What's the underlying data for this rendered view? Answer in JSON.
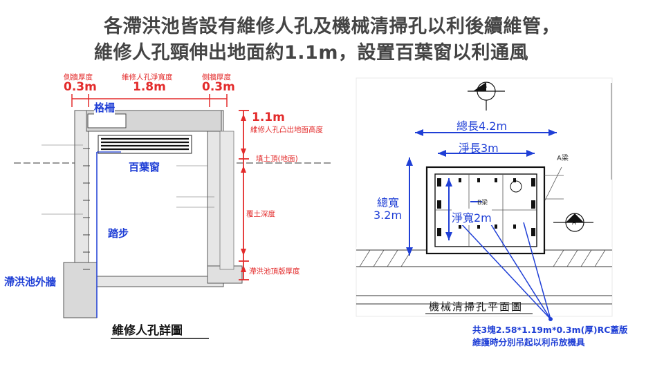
{
  "slide": {
    "title_line1": "各滯洪池皆設有維修人孔及機械清掃孔以利後續維管，",
    "title_line2": "維修人孔頸伸出地面約1.1m，設置百葉窗以利通風"
  },
  "left_diagram": {
    "dim_side_wall_label_left": "側牆厚度",
    "dim_side_wall_value_left": "0.3m",
    "dim_clear_width_label": "維修人孔淨寬度",
    "dim_clear_width_value": "1.8m",
    "dim_side_wall_label_right": "側牆厚度",
    "dim_side_wall_value_right": "0.3m",
    "grating": "格柵",
    "neck_height_value": "1.1m",
    "neck_height_label": "維修人孔凸出地面高度",
    "fill_top": "填土頂(地面)",
    "louver": "百葉窗",
    "fill_depth": "覆土深度",
    "steps": "踏步",
    "roof_slab": "滯洪池頂版厚度",
    "outer_wall": "滯洪池外牆",
    "caption": "維修人孔詳圖"
  },
  "right_diagram": {
    "total_length": "總長4.2m",
    "clear_length": "淨長3m",
    "total_width_label": "總寬",
    "total_width_value": "3.2m",
    "clear_width": "淨寬2m",
    "plan_title": "機械清掃孔平面圖",
    "section_mark_b": "B",
    "section_mark_a": "A",
    "beam_a": "A梁",
    "beam_b": "B梁",
    "note_line1": "共3塊2.58*1.19m*0.3m(厚)RC蓋版",
    "note_line2": "維護時分別吊起以利吊放機具"
  },
  "colors": {
    "red": "#e32b2b",
    "blue": "#1f3fd6",
    "title": "#444444"
  }
}
